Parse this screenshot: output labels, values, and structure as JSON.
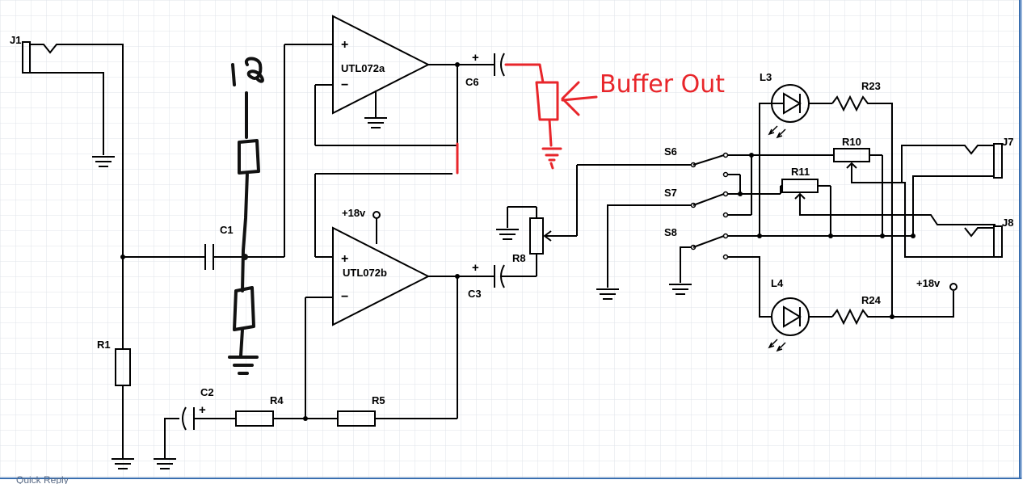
{
  "schematic": {
    "labels": {
      "j1": "J1",
      "c1": "C1",
      "r1": "R1",
      "c2": "C2",
      "r4": "R4",
      "r5": "R5",
      "op_a_plus": "+",
      "op_a_minus": "−",
      "op_a": "UTL072a",
      "op_b_plus": "+",
      "op_b_minus": "−",
      "op_b": "UTL072b",
      "v18_b": "+18v",
      "c6": "C6",
      "c6_plus": "+",
      "c3": "C3",
      "c3_plus": "+",
      "c2_plus": "+",
      "r8": "R8",
      "s6": "S6",
      "s7": "S7",
      "s8": "S8",
      "l3": "L3",
      "r23": "R23",
      "r10": "R10",
      "r11": "R11",
      "j7": "J7",
      "j8": "J8",
      "l4": "L4",
      "r24": "R24",
      "v18_r": "+18v"
    },
    "annotation": {
      "text": "Buffer Out",
      "color": "#e8262b"
    },
    "footer_fragment": "Quick Reply",
    "colors": {
      "wire": "#000000",
      "annotation": "#e8262b",
      "grid": "#dfe3ea",
      "frame": "#3a6fb0"
    }
  }
}
